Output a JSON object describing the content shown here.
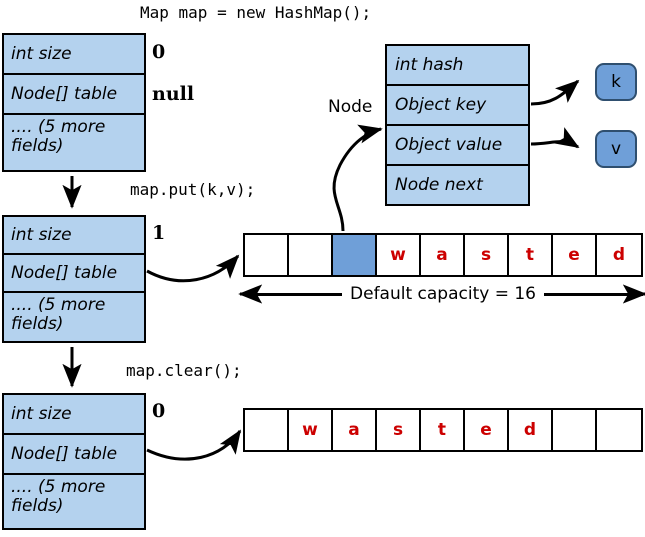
{
  "title": "Map map = new HashMap();",
  "diagram": {
    "struct_field_labels": [
      "int size",
      "Node[] table",
      ".... (5 more fields)"
    ],
    "stages": [
      {
        "name": "after-construction",
        "code": "Map map = new HashMap();",
        "size_value": "0",
        "table_value": "null",
        "array": null
      },
      {
        "name": "after-put",
        "code": "map.put(k,v);",
        "size_value": "1",
        "table_value": "",
        "array": {
          "cells": [
            "",
            "",
            "",
            "w",
            "a",
            "s",
            "t",
            "e",
            "d"
          ],
          "filled_index": 2,
          "capacity_label": "Default capacity = 16"
        }
      },
      {
        "name": "after-clear",
        "code": "map.clear();",
        "size_value": "0",
        "table_value": "",
        "array": {
          "cells": [
            "",
            "w",
            "a",
            "s",
            "t",
            "e",
            "d",
            "",
            ""
          ],
          "filled_index": -1,
          "capacity_label": ""
        }
      }
    ],
    "node": {
      "label": "Node",
      "fields": [
        "int hash",
        "Object key",
        "Object value",
        "Node next"
      ],
      "key_pill": "k",
      "value_pill": "v"
    },
    "colors": {
      "box_fill": "#b4d2ee",
      "filled_cell": "#6f9fd8",
      "pill_fill": "#6f9fd8",
      "pill_stroke": "#2f4f6f",
      "wasted_text": "#cc0000",
      "outline": "#000000",
      "background": "#ffffff"
    }
  }
}
